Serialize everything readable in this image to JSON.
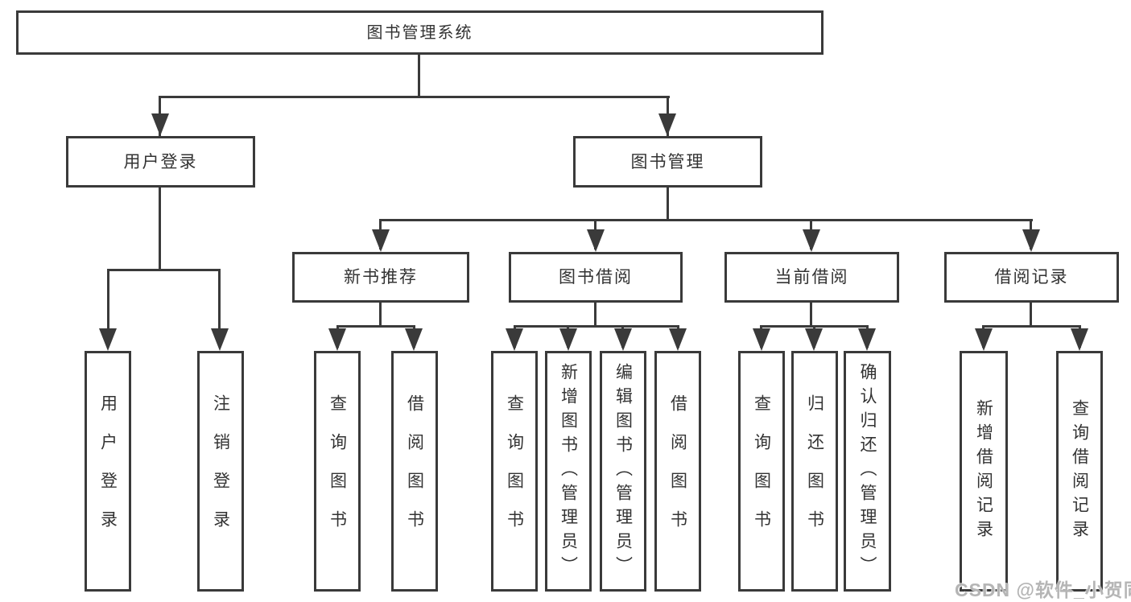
{
  "diagram_title": "图书管理系统",
  "level2": {
    "user_login": "用户登录",
    "book_management": "图书管理"
  },
  "level3": {
    "new_book_recommend": "新书推荐",
    "book_borrowing": "图书借阅",
    "current_borrowing": "当前借阅",
    "borrowing_records": "借阅记录"
  },
  "leaves": {
    "user_login": [
      "用户登录",
      "注销登录"
    ],
    "new_book_recommend": [
      "查询图书",
      "借阅图书"
    ],
    "book_borrowing": [
      "查询图书",
      "新增图书（管理员）",
      "编辑图书（管理员）",
      "借阅图书"
    ],
    "current_borrowing": [
      "查询图书",
      "归还图书",
      "确认归还（管理员）"
    ],
    "borrowing_records": [
      "新增借阅记录",
      "查询借阅记录"
    ]
  },
  "watermark": "CSDN @软件_小贺同学",
  "colors": {
    "line": "#3a3a3a",
    "text": "#333333",
    "background": "#ffffff",
    "watermark": "#b5b5b5"
  }
}
